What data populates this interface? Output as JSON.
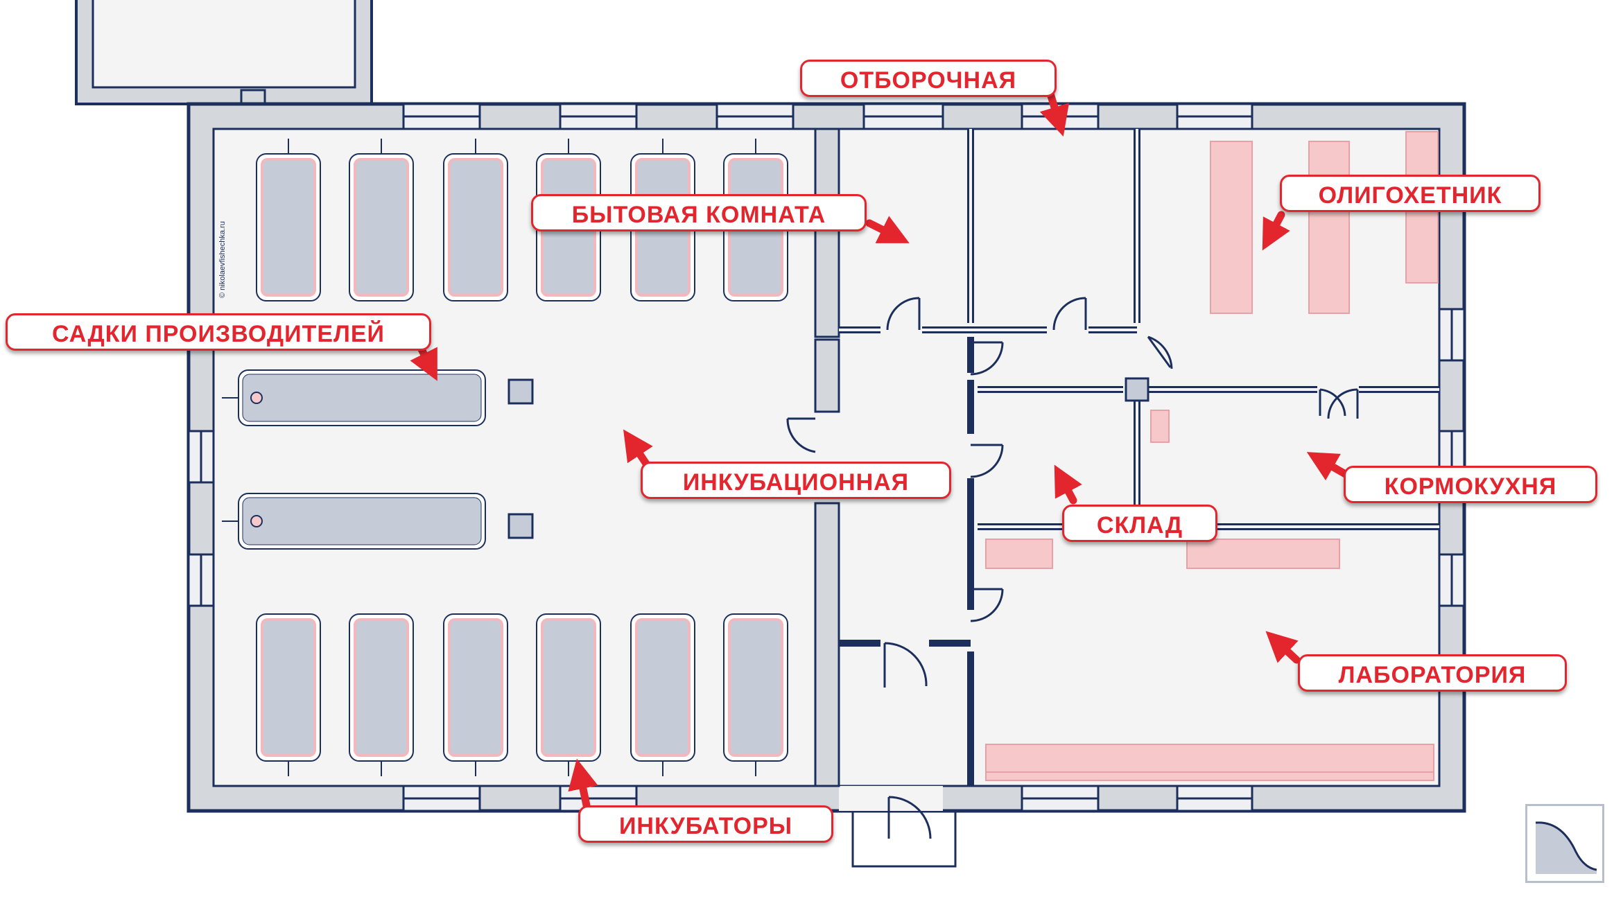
{
  "labels": {
    "otborochnaya": "ОТБОРОЧНАЯ",
    "bytovaya": "БЫТОВАЯ КОМНАТА",
    "oligohetnik": "ОЛИГОХЕТНИК",
    "sadki": "САДКИ ПРОИЗВОДИТЕЛЕЙ",
    "inkubacionnaya": "ИНКУБАЦИОННАЯ",
    "kormokuhnya": "КОРМОКУХНЯ",
    "sklad": "СКЛАД",
    "laboratoriya": "ЛАБОРАТОРИЯ",
    "inkubatory": "ИНКУБАТОРЫ"
  },
  "wall_text": "© nikolaevfishechka.ru",
  "colors": {
    "wall_fill": "#d4d7dc",
    "wall_stroke": "#1c2f5c",
    "floor": "#f4f4f4",
    "tank_fill": "#c5ccd8",
    "tank_outline": "#f2b8be",
    "equipment": "#f6c8ca",
    "accent": "#e3262e"
  },
  "icons": {
    "logo": "wave-logo-icon",
    "arrow": "red-arrow-icon"
  }
}
